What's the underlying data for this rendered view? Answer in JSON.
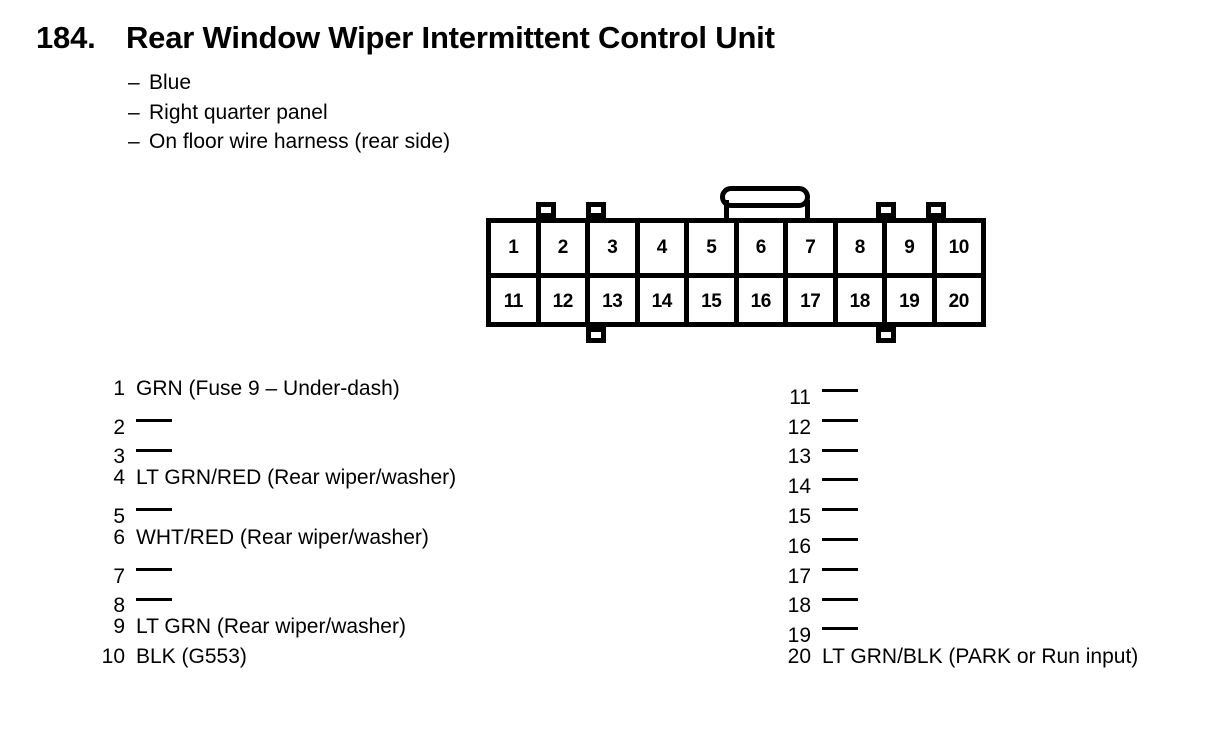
{
  "header": {
    "item_number": "184.",
    "title": "Rear Window Wiper Intermittent Control Unit",
    "bullet_dash": "–",
    "attributes": [
      "Blue",
      "Right quarter panel",
      "On floor wire harness (rear side)"
    ]
  },
  "connector": {
    "pin_count": 20,
    "rows": [
      [
        "1",
        "2",
        "3",
        "4",
        "5",
        "6",
        "7",
        "8",
        "9",
        "10"
      ],
      [
        "11",
        "12",
        "13",
        "14",
        "15",
        "16",
        "17",
        "18",
        "19",
        "20"
      ]
    ]
  },
  "pins": {
    "left_column": [
      {
        "number": "1",
        "description": "GRN (Fuse 9 – Under-dash)",
        "empty": false
      },
      {
        "number": "2",
        "description": "",
        "empty": true
      },
      {
        "number": "3",
        "description": "",
        "empty": true
      },
      {
        "number": "4",
        "description": "LT GRN/RED (Rear wiper/washer)",
        "empty": false
      },
      {
        "number": "5",
        "description": "",
        "empty": true
      },
      {
        "number": "6",
        "description": "WHT/RED (Rear wiper/washer)",
        "empty": false
      },
      {
        "number": "7",
        "description": "",
        "empty": true
      },
      {
        "number": "8",
        "description": "",
        "empty": true
      },
      {
        "number": "9",
        "description": "LT GRN (Rear wiper/washer)",
        "empty": false
      },
      {
        "number": "10",
        "description": "BLK (G553)",
        "empty": false
      }
    ],
    "right_column": [
      {
        "number": "11",
        "description": "",
        "empty": true
      },
      {
        "number": "12",
        "description": "",
        "empty": true
      },
      {
        "number": "13",
        "description": "",
        "empty": true
      },
      {
        "number": "14",
        "description": "",
        "empty": true
      },
      {
        "number": "15",
        "description": "",
        "empty": true
      },
      {
        "number": "16",
        "description": "",
        "empty": true
      },
      {
        "number": "17",
        "description": "",
        "empty": true
      },
      {
        "number": "18",
        "description": "",
        "empty": true
      },
      {
        "number": "19",
        "description": "",
        "empty": true
      },
      {
        "number": "20",
        "description": "LT GRN/BLK (PARK or Run input)",
        "empty": false
      }
    ]
  },
  "colors": {
    "ink": "#000000",
    "paper": "#ffffff"
  }
}
